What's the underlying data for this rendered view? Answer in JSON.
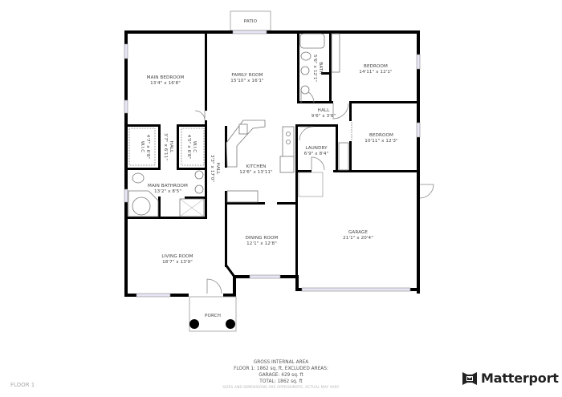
{
  "rooms": {
    "patio": {
      "name": "PATIO"
    },
    "main_bedroom": {
      "name": "MAIN BEDROOM",
      "size": "13'4\" x 16'8\""
    },
    "family_room": {
      "name": "FAMILY ROOM",
      "size": "15'10\" x 16'1\""
    },
    "bath": {
      "name": "BATH",
      "size": "5'6\" x 12'1\""
    },
    "bedroom_1": {
      "name": "BEDROOM",
      "size": "14'11\" x 12'1\""
    },
    "hall_1": {
      "name": "HALL",
      "size": "9'6\" x 3'6\""
    },
    "bedroom_2": {
      "name": "BEDROOM",
      "size": "10'11\" x 12'3\""
    },
    "laundry": {
      "name": "LAUNDRY",
      "size": "6'9\" x 8'4\""
    },
    "wic_1": {
      "name": "W.I.C",
      "size": "4'7\" x 6'8\""
    },
    "hall_2": {
      "name": "HALL",
      "size": "3'7\" x 6'11\""
    },
    "wic_2": {
      "name": "W.I.C",
      "size": "4'5\" x 6'8\""
    },
    "hall_3": {
      "name": "HALL",
      "size": "3'3\" x 17'0\""
    },
    "kitchen": {
      "name": "KITCHEN",
      "size": "12'6\" x 13'11\""
    },
    "main_bathroom": {
      "name": "MAIN BATHROOM",
      "size": "13'2\" x 8'5\""
    },
    "garage": {
      "name": "GARAGE",
      "size": "21'1\" x 20'4\""
    },
    "dining_room": {
      "name": "DINING ROOM",
      "size": "12'1\" x 12'8\""
    },
    "living_room": {
      "name": "LIVING ROOM",
      "size": "18'7\" x 13'9\""
    },
    "porch": {
      "name": "PORCH"
    }
  },
  "area_summary": {
    "title": "GROSS INTERNAL AREA",
    "line1": "FLOOR 1: 1862 sq. ft, EXCLUDED AREAS:",
    "line2": "GARAGE: 429 sq. ft",
    "line3": "TOTAL: 1862 sq. ft",
    "disclaimer": "SIZES AND DIMENSIONS ARE APPROXIMATE, ACTUAL MAY VARY."
  },
  "floor_label": "FLOOR 1",
  "brand": {
    "name": "Matterport",
    "icon": "matterport-logo-icon"
  }
}
